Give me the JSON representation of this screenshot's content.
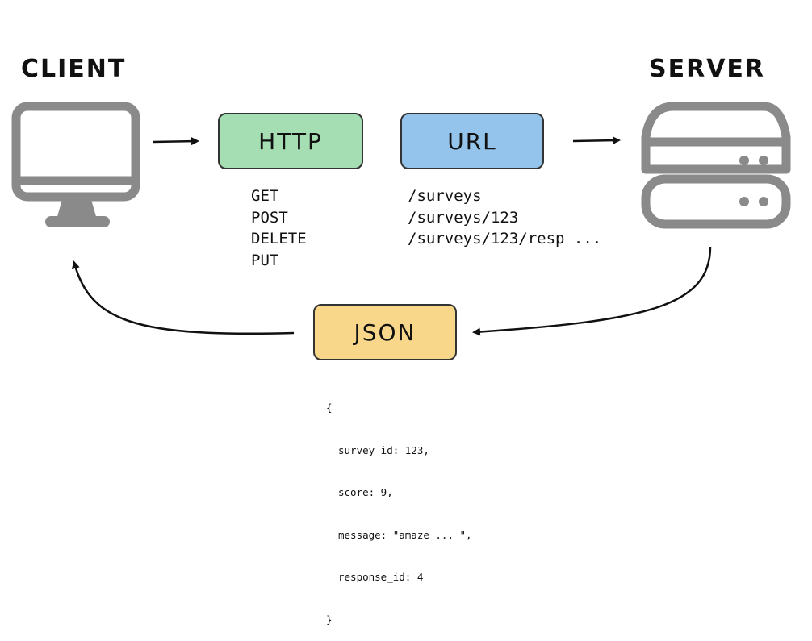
{
  "client": {
    "title": "CLIENT",
    "icon": "monitor-icon"
  },
  "server": {
    "title": "SERVER",
    "icon": "server-icon"
  },
  "http": {
    "label": "HTTP",
    "color": "#a5deb3",
    "methods": [
      "GET",
      "POST",
      "DELETE",
      "PUT"
    ]
  },
  "url": {
    "label": "URL",
    "color": "#94c4ec",
    "paths": [
      "/surveys",
      "/surveys/123",
      "/surveys/123/resp ..."
    ]
  },
  "json": {
    "label": "JSON",
    "color": "#f8d68a",
    "open_brace": "{",
    "lines": [
      "survey_id: 123,",
      "score: 9,",
      "message: \"amaze ... \",",
      "response_id: 4"
    ],
    "close_brace": "}"
  },
  "colors": {
    "icon_gray": "#8a8a8a",
    "ink": "#111111"
  }
}
